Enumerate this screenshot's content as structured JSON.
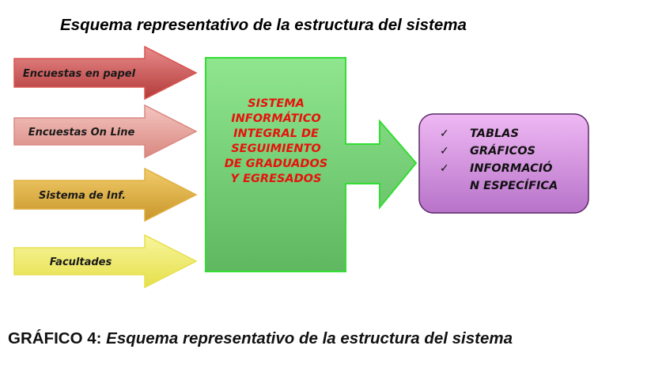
{
  "title": "Esquema representativo de la estructura del sistema",
  "inputs": [
    {
      "label": "Encuestas en papel",
      "fill_top": "#e88b8b",
      "fill_bottom": "#b33a3a",
      "stroke": "#d9534f"
    },
    {
      "label": "Encuestas On Line",
      "fill_top": "#f4c5c0",
      "fill_bottom": "#d98880",
      "stroke": "#d98880"
    },
    {
      "label": "Sistema de Inf.",
      "fill_top": "#f2cc6b",
      "fill_bottom": "#c9962a",
      "stroke": "#e0b040"
    },
    {
      "label": "Facultades",
      "fill_top": "#f8f59e",
      "fill_bottom": "#e6e04a",
      "stroke": "#e6e04a"
    }
  ],
  "center": {
    "lines": [
      "SISTEMA",
      "INFORMÁTICO",
      "INTEGRAL DE",
      "SEGUIMIENTO",
      "DE GRADUADOS",
      "Y EGRESADOS"
    ],
    "text_color": "#e8120c",
    "fill_top": "#8fe68f",
    "fill_bottom": "#5fb85f",
    "border": "#33dd33"
  },
  "output": {
    "check_symbol": "✓",
    "items": [
      "TABLAS",
      "GRÁFICOS",
      "INFORMACIÓ"
    ],
    "continuation": "N ESPECÍFICA",
    "fill_top": "#efb8f4",
    "fill_bottom": "#b873c9",
    "border": "#5a2a66"
  },
  "caption": {
    "prefix": "GRÁFICO 4:",
    "text": "Esquema representativo de la estructura del sistema"
  }
}
